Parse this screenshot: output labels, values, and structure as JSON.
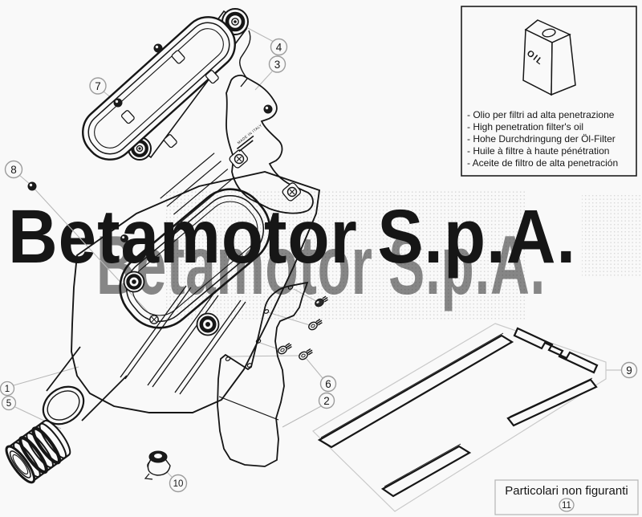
{
  "watermark": {
    "text": "Betamotor S.p.A."
  },
  "oil_info_box": {
    "canister_label": "OIL",
    "lines": [
      "- Olio per filtri ad alta penetrazione",
      "- High penetration filter's oil",
      "- Hohe Durchdringung der Öl-Filter",
      "- Huile à filtre à haute pénétration",
      "- Aceite de filtro de alta penetración"
    ]
  },
  "missing_parts_box": {
    "label": "Particolari non figuranti",
    "number": "11"
  },
  "diagram": {
    "made_in_label": "MADE IN ITALY"
  },
  "callouts": [
    {
      "number": "4"
    },
    {
      "number": "3"
    },
    {
      "number": "7"
    },
    {
      "number": "8"
    },
    {
      "number": "1"
    },
    {
      "number": "5"
    },
    {
      "number": "10"
    },
    {
      "number": "6"
    },
    {
      "number": "2"
    },
    {
      "number": "9"
    }
  ],
  "colors": {
    "background": "#f9f9f9",
    "line": "#161616",
    "leader": "#b9b9b9",
    "callout_ring": "#9c9c9c",
    "watermark_dot": "#141414",
    "box_border_dark": "#1d1d1d",
    "box_border_light": "#b5b5b5"
  }
}
